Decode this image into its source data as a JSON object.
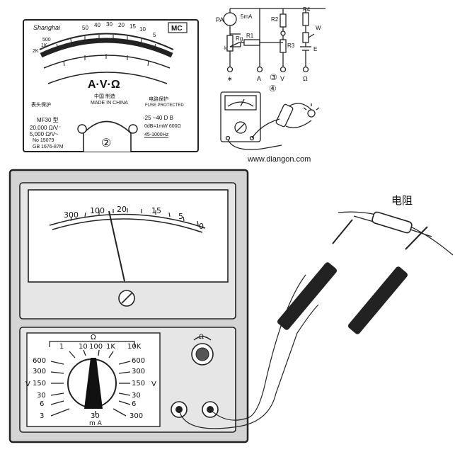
{
  "panel2": {
    "brand": "Shanghai",
    "badge": "MC",
    "top_numbers": [
      "50",
      "40",
      "30",
      "20",
      "15",
      "10",
      "5"
    ],
    "omega_left": [
      "500",
      "1K",
      "2K"
    ],
    "big_label": "A·V·Ω",
    "made_in_cn": "中国 制造",
    "made_in_en": "MADE IN CHINA",
    "left_note": "表头保护",
    "right_note_cn": "电路保护",
    "right_note_en": "FUSE PROTECTED",
    "model": "MF30 型",
    "sens1": "20,000 Ω/V⁻",
    "sens2": "5,000 Ω/V~",
    "serial": "No 15079",
    "std": "GB 1676-87M",
    "db1": "-25 ~40 D B",
    "db2": "0dB=1mW 600Ω",
    "freq": "45-1000Hz",
    "num": "②"
  },
  "panel3": {
    "pa": "PA",
    "ma": "5mA",
    "rg": "Rg",
    "r1": "R1",
    "r2": "R2",
    "r3": "R3",
    "r4": "R4",
    "w": "W",
    "e": "E",
    "k": "k",
    "terminals": [
      "∗",
      "A",
      "V",
      "Ω"
    ],
    "num": "③"
  },
  "panel4": {
    "num": "④"
  },
  "watermark": "www.diangon.com",
  "resistor_label": "电阻",
  "meter": {
    "scale_numbers": [
      "300",
      "100",
      "20",
      "15",
      "5",
      "0"
    ],
    "omega": "Ω",
    "range_top": [
      "1",
      "10",
      "100",
      "1K",
      "10K"
    ],
    "left_vals": [
      "600",
      "300",
      "150",
      "30",
      "6",
      "3"
    ],
    "right_vals": [
      "600",
      "300",
      "150",
      "30",
      "6",
      "300"
    ],
    "v_left": "V",
    "v_right": "V",
    "bottom_val": "30",
    "ma": "m A"
  }
}
